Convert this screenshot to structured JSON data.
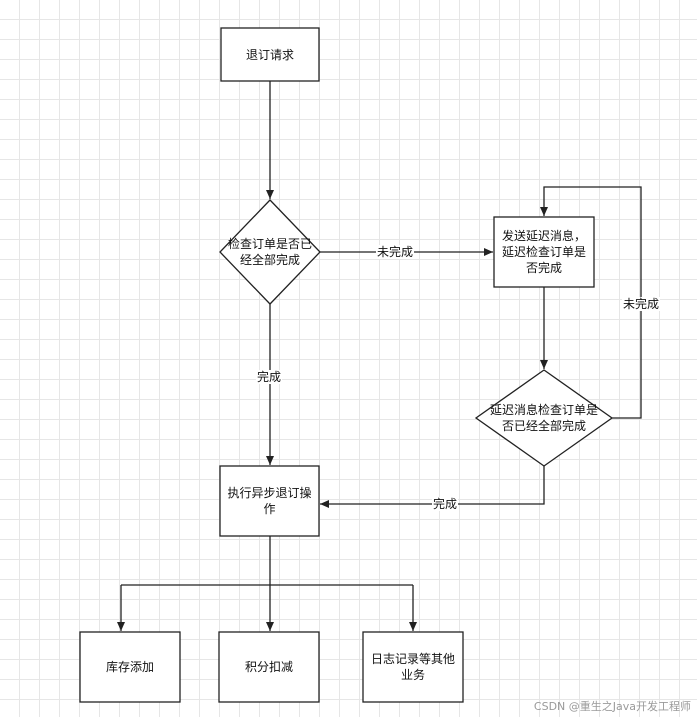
{
  "nodes": {
    "refund_request": "退订请求",
    "check_order_complete": "检查订单是否已经全部完成",
    "send_delay_message": "发送延迟消息，延迟检查订单是否完成",
    "delay_check_complete": "延迟消息检查订单是否已经全部完成",
    "execute_async_refund": "执行异步退订操作",
    "inventory_add": "库存添加",
    "points_deduct": "积分扣减",
    "log_other": "日志记录等其他业务"
  },
  "edges": {
    "not_complete_1": "未完成",
    "complete_1": "完成",
    "not_complete_2": "未完成",
    "complete_2": "完成"
  },
  "watermark": "CSDN @重生之Java开发工程师",
  "colors": {
    "stroke": "#222222",
    "grid": "#e6e6e6",
    "background": "#ffffff"
  }
}
